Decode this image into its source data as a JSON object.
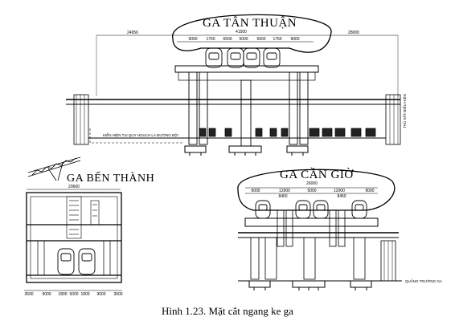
{
  "figure": {
    "caption": "Hình 1.23. Mặt cắt ngang ke ga"
  },
  "tan_thuan": {
    "title": "GA TÂN THUẬN",
    "total_width": "41500",
    "left_span": "24956",
    "right_span": "28000",
    "sub_dims": [
      "9000",
      "1750",
      "6500",
      "5000",
      "6500",
      "1750",
      "9000"
    ],
    "label_left": "KIỂN HIỆN TẠI QUY HOẠCH LÀ ĐƯỜNG BỘI",
    "label_right": "THỦ SẮT BIỂU HIỆN"
  },
  "ben_thanh": {
    "title": "GA BẾN THÀNH",
    "total_width": "29600",
    "bottom_dims": [
      "3500",
      "9000",
      "1800",
      "5000",
      "1800",
      "9000",
      "3500"
    ]
  },
  "can_gio": {
    "title": "GA CẦN GIỜ",
    "total_width": "26000",
    "dims": [
      "9000",
      "12000",
      "5000",
      "12000",
      "9000"
    ],
    "sub_dims": [
      "8450",
      "8450"
    ],
    "note": "QUẢNG TRƯỜNG GA"
  },
  "colors": {
    "line": "#000000",
    "background": "#ffffff"
  }
}
